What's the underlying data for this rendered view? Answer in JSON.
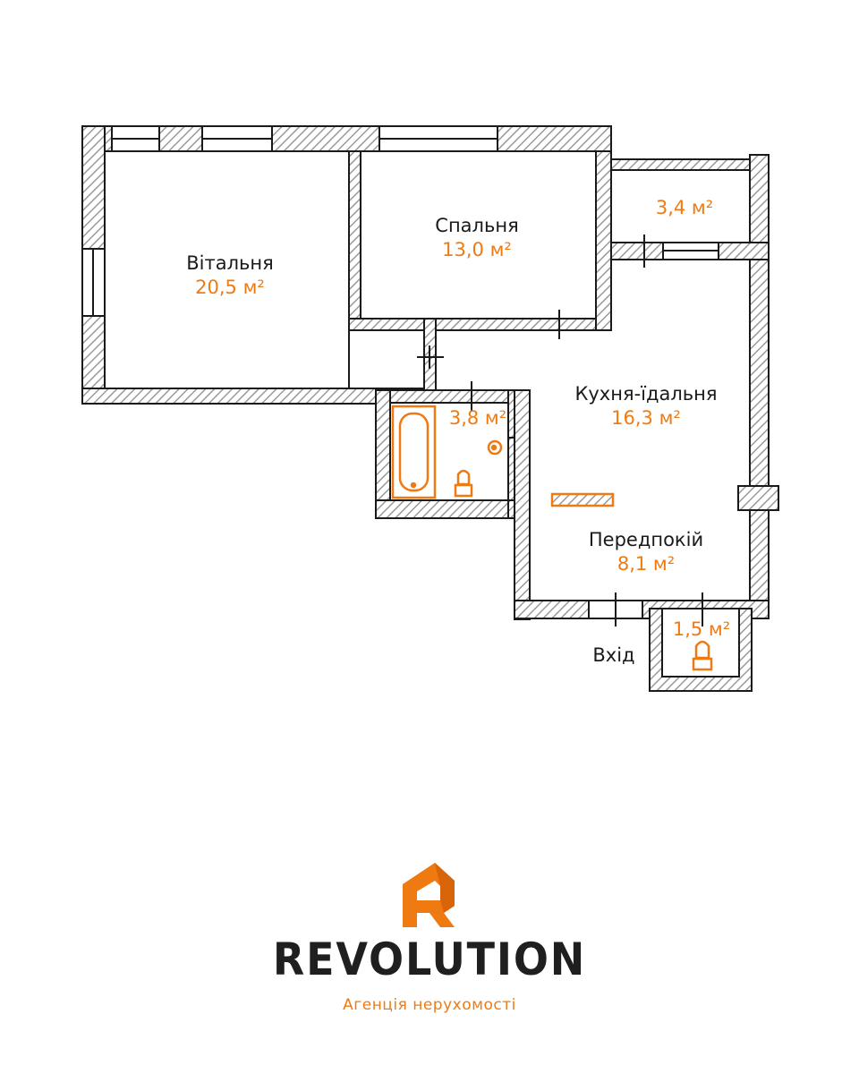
{
  "rooms": {
    "living": {
      "name": "Вітальня",
      "area": "20,5 м²"
    },
    "bedroom": {
      "name": "Спальня",
      "area": "13,0 м²"
    },
    "balcony": {
      "area": "3,4 м²"
    },
    "kitchen": {
      "name": "Кухня-їдальня",
      "area": "16,3 м²"
    },
    "bathroom": {
      "area": "3,8 м²"
    },
    "hallway": {
      "name": "Передпокій",
      "area": "8,1 м²"
    },
    "wc": {
      "area": "1,5 м²"
    }
  },
  "entry": {
    "label": "Вхід"
  },
  "brand": {
    "name": "REVOLUTION",
    "tagline": "Агенція нерухомості"
  },
  "colors": {
    "accent": "#f07a12",
    "wall_outline": "#1a1a1a",
    "hatch": "#9a9a9a"
  }
}
